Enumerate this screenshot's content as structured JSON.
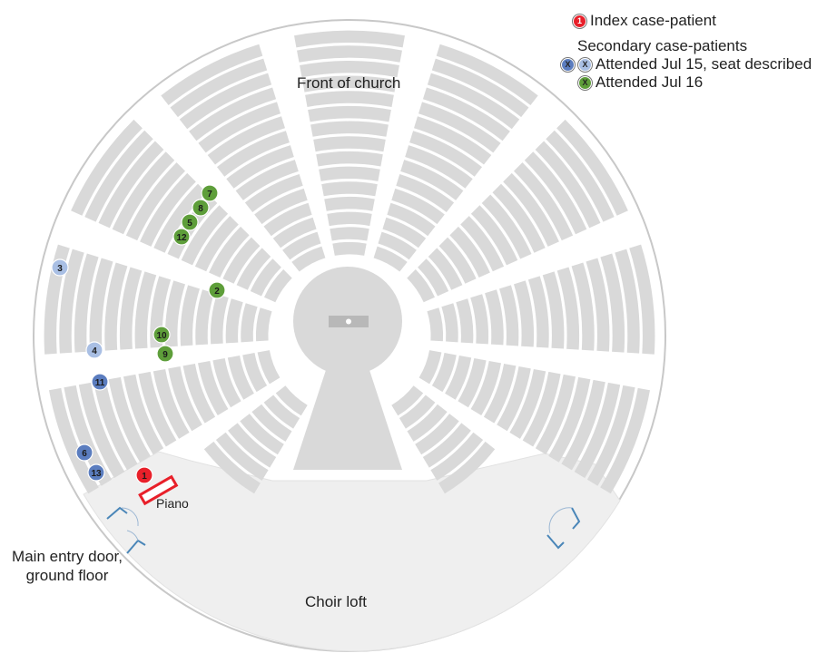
{
  "labels": {
    "front": "Front of church",
    "piano": "Piano",
    "choir": "Choir loft",
    "entry_line1": "Main entry door,",
    "entry_line2": "ground floor"
  },
  "legend": {
    "index_marker": "1",
    "index_label": "Index case-patient",
    "secondary_title": "Secondary case-patients",
    "jul15_marker": "X",
    "jul15_label": "Attended Jul 15, seat described",
    "jul16_marker": "X",
    "jul16_label": "Attended Jul 16"
  },
  "colors": {
    "index": "#e8202a",
    "jul15_dark": "#5b7dbf",
    "jul15_light": "#a9bfe4",
    "jul16": "#5e9e3a",
    "seat": "#d9d9d9",
    "choir": "#efefef",
    "door": "#4a86b8"
  },
  "patients": [
    {
      "id": "1",
      "group": "index"
    },
    {
      "id": "2",
      "group": "jul16"
    },
    {
      "id": "3",
      "group": "jul15_light"
    },
    {
      "id": "4",
      "group": "jul15_light"
    },
    {
      "id": "5",
      "group": "jul16"
    },
    {
      "id": "6",
      "group": "jul15_dark"
    },
    {
      "id": "7",
      "group": "jul16"
    },
    {
      "id": "8",
      "group": "jul16"
    },
    {
      "id": "9",
      "group": "jul16"
    },
    {
      "id": "10",
      "group": "jul16"
    },
    {
      "id": "11",
      "group": "jul15_dark"
    },
    {
      "id": "12",
      "group": "jul16"
    },
    {
      "id": "13",
      "group": "jul15_dark"
    }
  ]
}
